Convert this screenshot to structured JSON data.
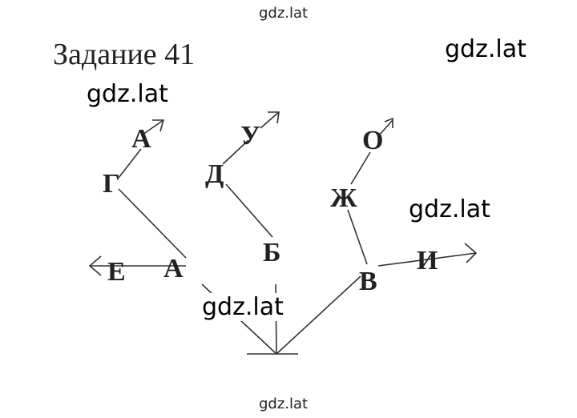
{
  "watermarks": {
    "top": "gdz.lat",
    "right": "gdz.lat",
    "left": "gdz.lat",
    "middle_right": "gdz.lat",
    "center": "gdz.lat",
    "bottom": "gdz.lat"
  },
  "title": "Задание 41",
  "diagram": {
    "nodes": {
      "a_top": "А",
      "g": "Г",
      "e": "Е",
      "a_bottom": "А",
      "u": "У",
      "d": "Д",
      "b": "Б",
      "o": "О",
      "zh": "Ж",
      "v": "В",
      "i": "И"
    }
  }
}
